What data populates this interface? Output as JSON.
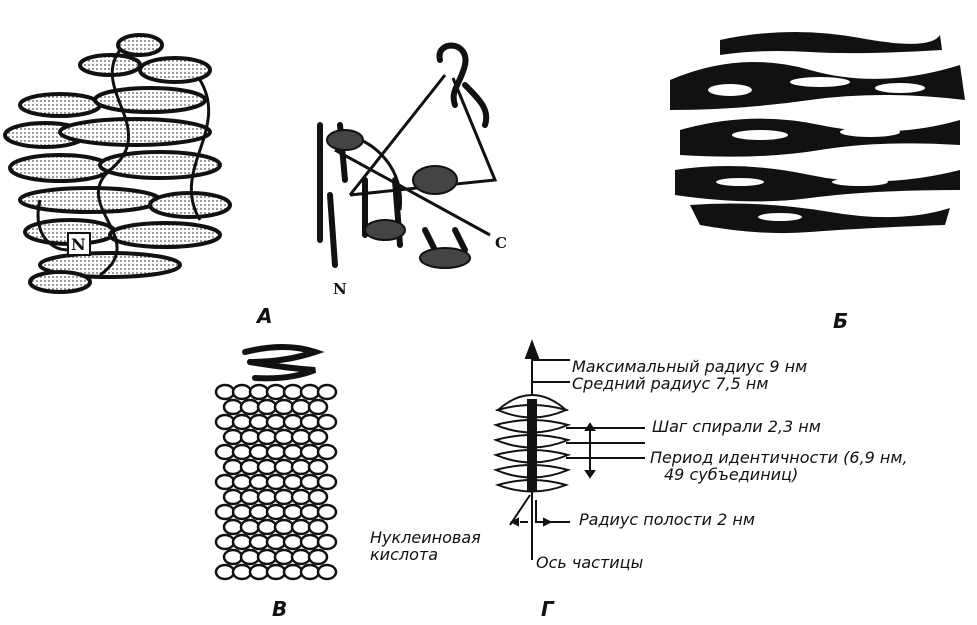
{
  "panels": {
    "a": "А",
    "b": "Б",
    "v": "В",
    "g": "Г"
  },
  "termini": {
    "n_left": "N",
    "n_right": "N",
    "c_right": "C"
  },
  "annotations": {
    "max_radius": "Максимальный радиус 9 нм",
    "mean_radius": "Средний радиус 7,5 нм",
    "helix_pitch": "Шаг спирали 2,3 нм",
    "identity_period_1": "Период идентичности (6,9 нм,",
    "identity_period_2": "49 субъединиц)",
    "cavity_radius": "Радиус полости 2 нм",
    "nucleic_acid_1": "Нуклеиновая",
    "nucleic_acid_2": "кислота",
    "particle_axis": "Ось частицы"
  },
  "colors": {
    "ink": "#111111",
    "paper": "#ffffff",
    "shade": "#9a9a9a"
  }
}
